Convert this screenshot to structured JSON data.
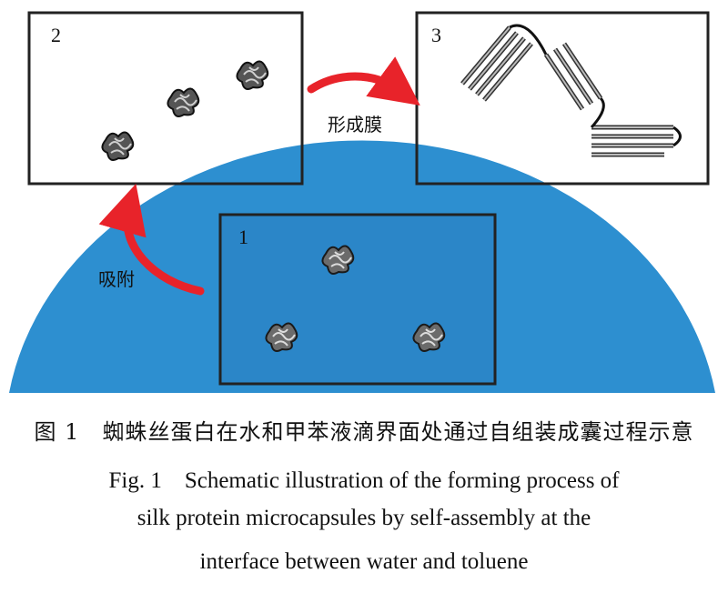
{
  "figure": {
    "panels": [
      {
        "label": "1"
      },
      {
        "label": "2"
      },
      {
        "label": "3"
      }
    ],
    "arrows": {
      "adsorption_label": "吸附",
      "film_label": "形成膜"
    },
    "colors": {
      "droplet": "#2d8fd0",
      "arrow": "#e8232a",
      "frame": "#222222",
      "protein": "#3a3a3a"
    }
  },
  "caption": {
    "cn": "图 1　蜘蛛丝蛋白在水和甲苯液滴界面处通过自组装成囊过程示意",
    "en_line1": "Fig. 1　Schematic illustration of the forming process of",
    "en_line2": "silk protein microcapsules by self-assembly at the",
    "en_line3": "interface between water and toluene"
  }
}
